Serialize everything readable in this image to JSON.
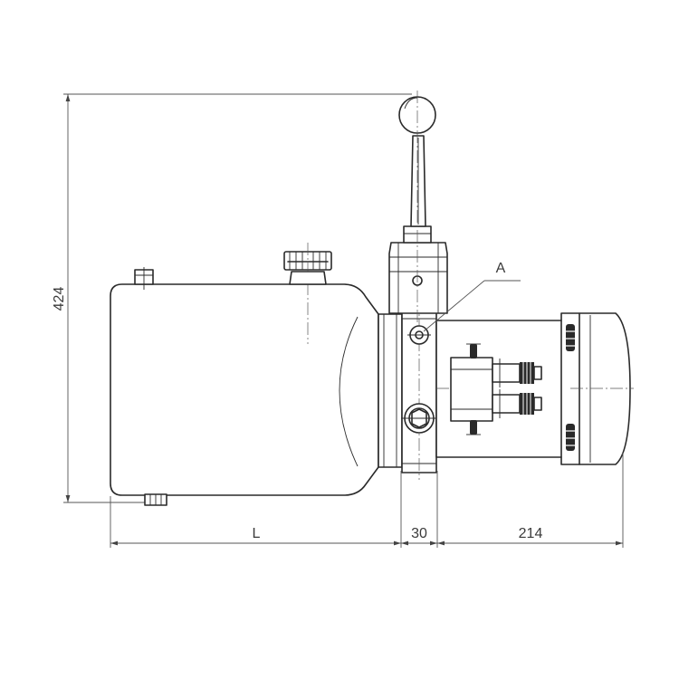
{
  "drawing": {
    "dimensions": {
      "height_label": "424",
      "tank_length_label": "L",
      "valve_width_label": "30",
      "motor_length_label": "214"
    },
    "callout_label": "A"
  }
}
